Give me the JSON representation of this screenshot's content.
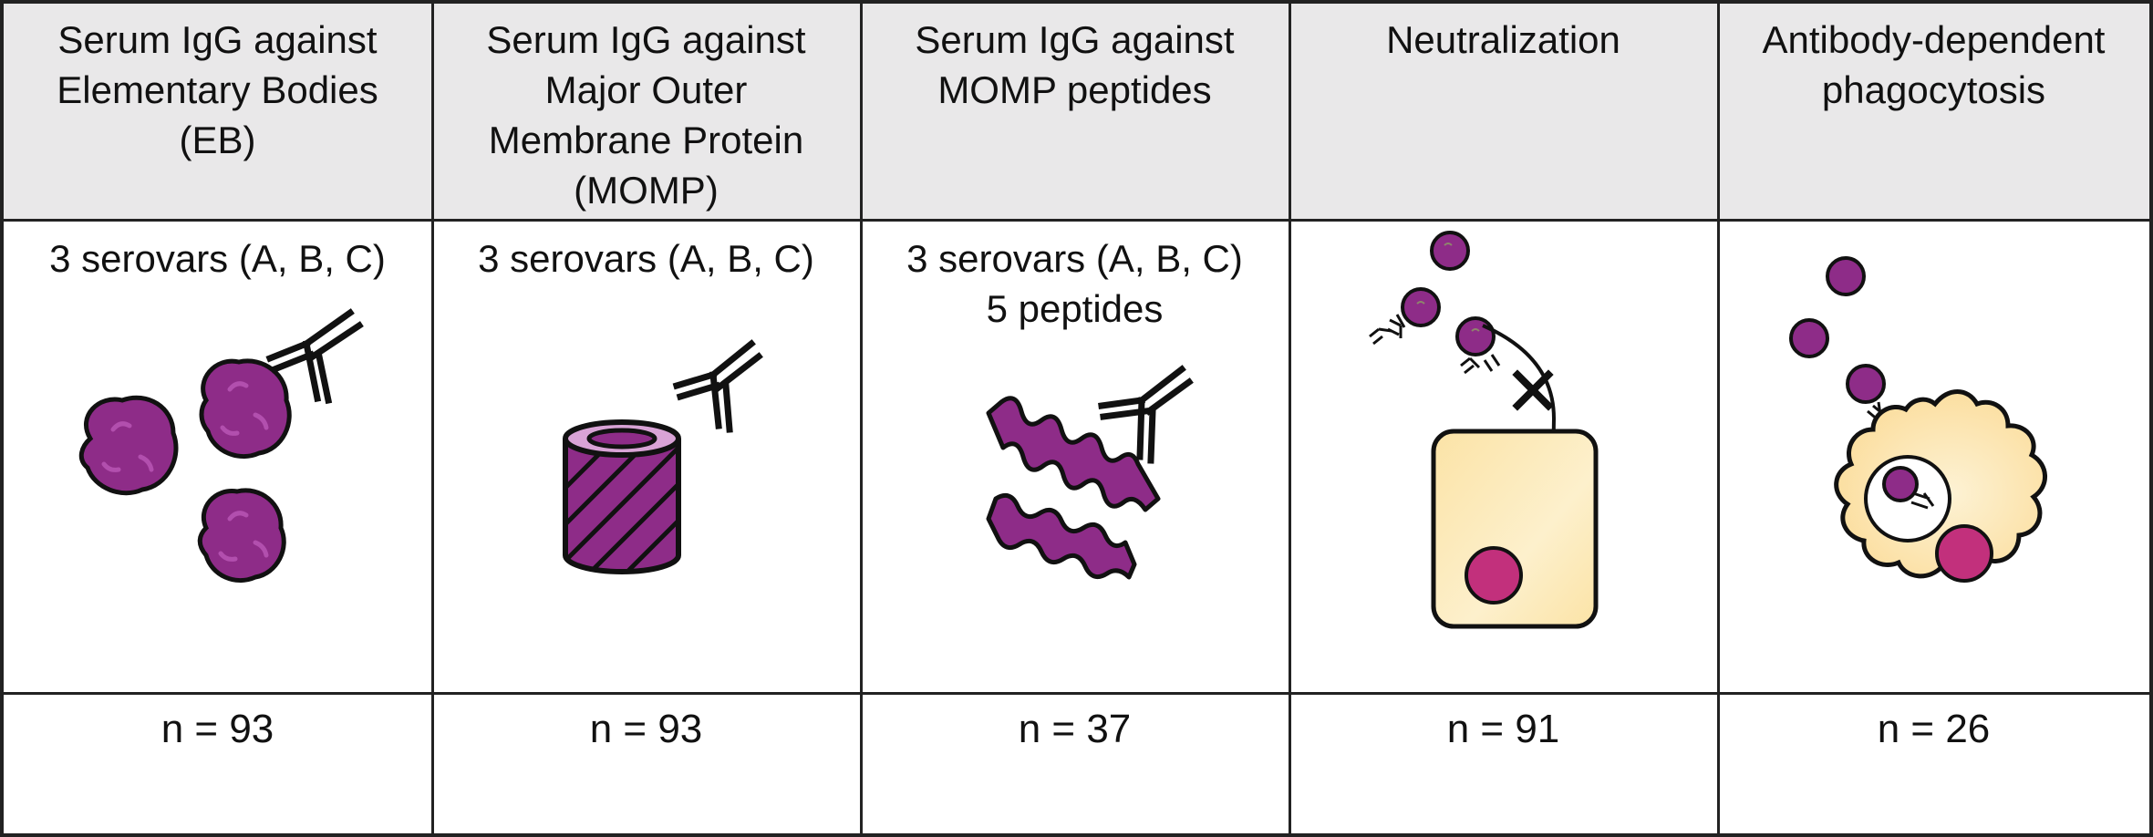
{
  "columns": [
    {
      "header": "Serum IgG against\nElementary Bodies\n(EB)",
      "sub": "3 serovars (A, B, C)",
      "n": "n = 93",
      "icon": "elementary-bodies-icon"
    },
    {
      "header": "Serum IgG against\nMajor Outer\nMembrane Protein\n(MOMP)",
      "sub": "3 serovars (A, B, C)",
      "n": "n = 93",
      "icon": "momp-barrel-icon"
    },
    {
      "header": "Serum IgG against\nMOMP peptides",
      "sub": "3 serovars (A, B, C)\n5 peptides",
      "n": "n = 37",
      "icon": "peptides-icon"
    },
    {
      "header": "Neutralization",
      "sub": "",
      "n": "n = 91",
      "icon": "neutralization-icon"
    },
    {
      "header": "Antibody-dependent\nphagocytosis",
      "sub": "",
      "n": "n = 26",
      "icon": "phagocytosis-icon"
    }
  ],
  "colors": {
    "header_bg": "#e9e8e9",
    "chlamydia_purple": "#8e2c88",
    "cell_yellow": "#fbe3a6",
    "nucleus_magenta": "#c2307c",
    "border": "#222222"
  }
}
